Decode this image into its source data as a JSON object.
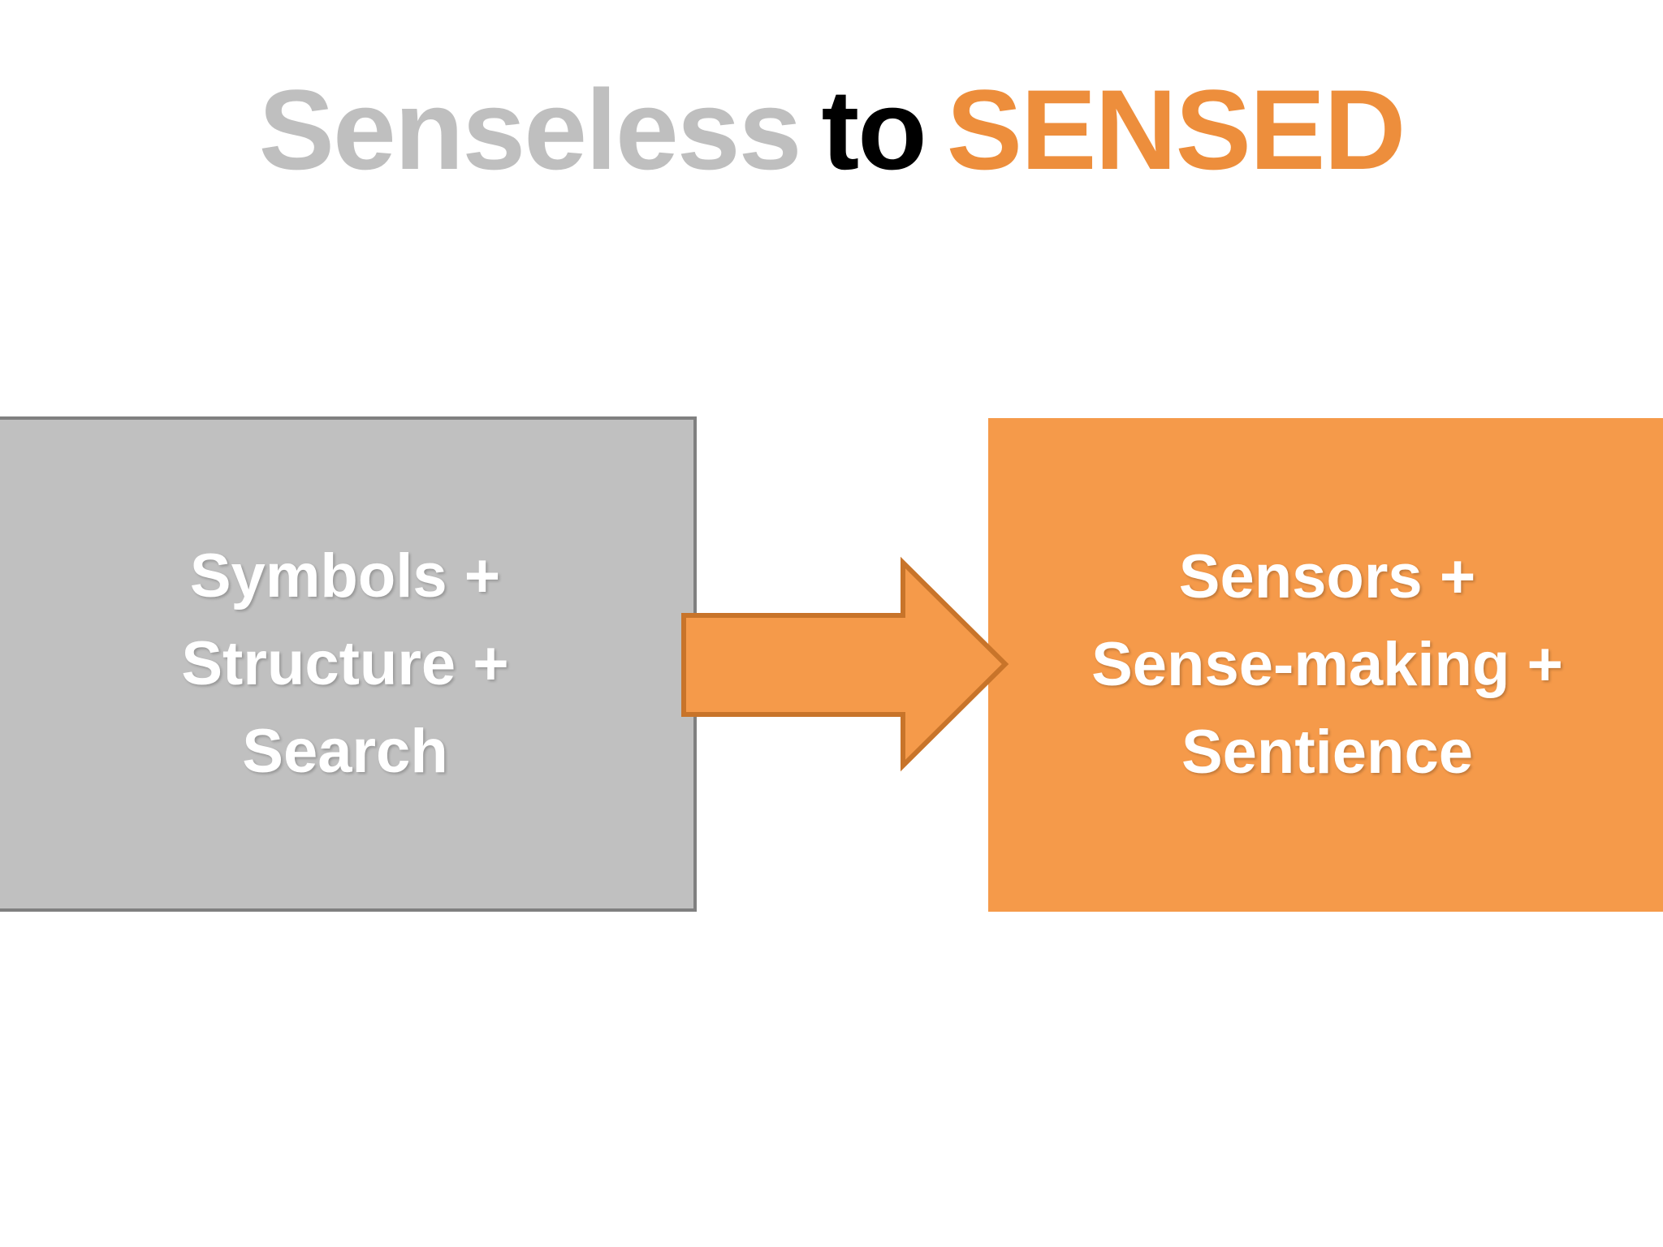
{
  "slide": {
    "background_color": "#FFFFFF",
    "title": {
      "full_text": "Senseless to SENSED",
      "segments": [
        {
          "text": "Senseless",
          "color": "#BFBFBF"
        },
        {
          "text": "to",
          "color": "#000000"
        },
        {
          "text": "SENSED",
          "color": "#ED8E3C"
        }
      ]
    },
    "diagram": {
      "type": "two-stage-transition",
      "left_box": {
        "label": "Symbols + Structure + Search",
        "lines": [
          "Symbols +",
          "Structure +",
          "Search"
        ],
        "fill_color": "#C0C0C0",
        "border_color": "#808080",
        "text_color": "#FFFFFF"
      },
      "arrow": {
        "direction": "right",
        "fill_color": "#F59A4A",
        "border_color": "#C8742A"
      },
      "right_box": {
        "label": "Sensors + Sense-making + Sentience",
        "lines": [
          "Sensors +",
          "Sense-making +",
          "Sentience"
        ],
        "fill_color": "#F59A4A",
        "border_color": "#F59A4A",
        "text_color": "#FFFFFF"
      }
    }
  }
}
